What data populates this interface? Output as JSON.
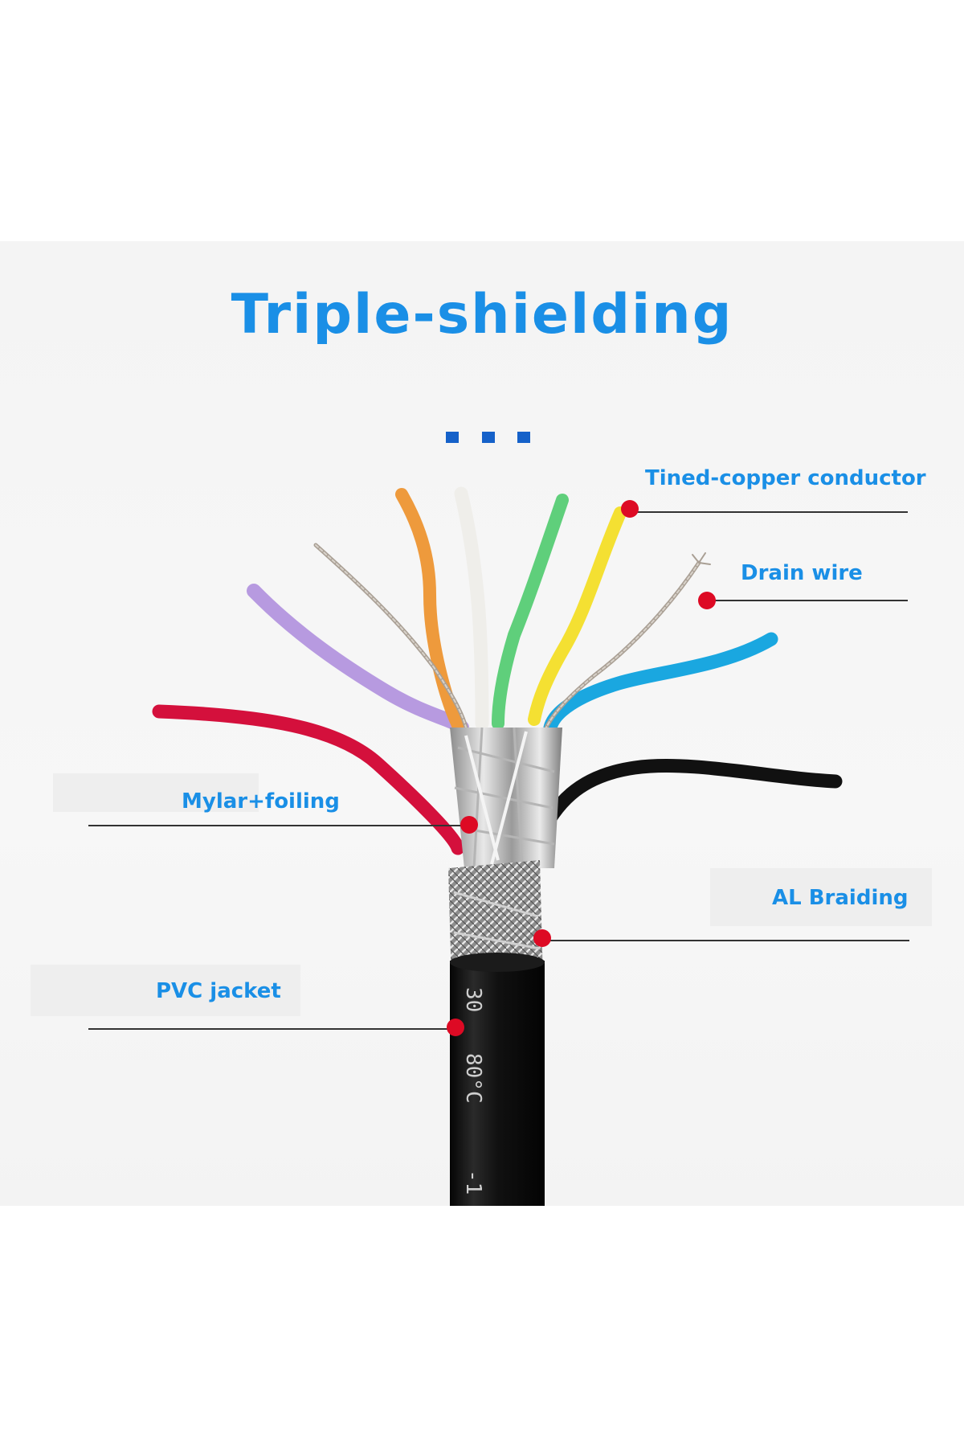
{
  "title": "Triple-shielding",
  "accent_color": "#1a8fe6",
  "marker_color": "#dd0a24",
  "labels": {
    "conductor": "Tined-copper conductor",
    "drain": "Drain wire",
    "mylar": "Mylar+foiling",
    "braiding": "AL Braiding",
    "jacket": "PVC jacket"
  },
  "jacket_print": {
    "temp": "80°C",
    "code": "30",
    "suffix": "-1"
  },
  "wire_colors": [
    "#d4103c",
    "#b79ae0",
    "#ee9a3c",
    "#efeeea",
    "#5fcf7b",
    "#f4e032",
    "#1aa7e0",
    "#111111"
  ]
}
